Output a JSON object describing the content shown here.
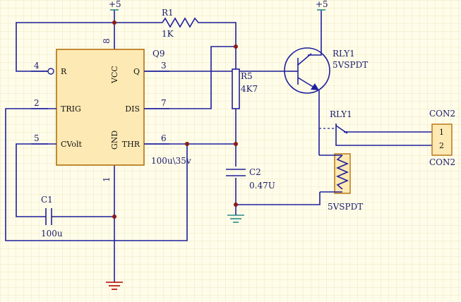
{
  "colors": {
    "background": "#fffde9",
    "grid": "#ebe8c5",
    "wire": "#1f1f9e",
    "ic_fill": "#fde9b3",
    "ground_vcc": "#2a8a8a",
    "junction": "#8b1a1a"
  },
  "ic": {
    "refdes": "Q9",
    "pins": {
      "r": "R",
      "vcc": "VCC",
      "q": "Q",
      "trig": "TRIG",
      "dis": "DIS",
      "cvolt": "CVolt",
      "gnd": "GND",
      "thr": "THR"
    },
    "pin_numbers": {
      "r": "4",
      "vcc": "8",
      "q": "3",
      "trig": "2",
      "dis": "7",
      "cvolt": "5",
      "thr": "6",
      "gnd": "1"
    }
  },
  "power": {
    "vcc_left": "+5",
    "vcc_right": "+5"
  },
  "r1": {
    "ref": "R1",
    "value": "1K"
  },
  "r5": {
    "ref": "R5",
    "value": "4K7"
  },
  "c1": {
    "ref": "C1",
    "value": "100u"
  },
  "c2": {
    "ref": "C2",
    "value": "0.47U"
  },
  "cap_note": "100u\\35v",
  "transistor": {
    "ref": "RLY1",
    "value": "5VSPDT"
  },
  "relay": {
    "ref": "RLY1",
    "value": "5VSPDT"
  },
  "connector": {
    "ref": "CON2",
    "name": "CON2",
    "pin1": "1",
    "pin2": "2"
  }
}
